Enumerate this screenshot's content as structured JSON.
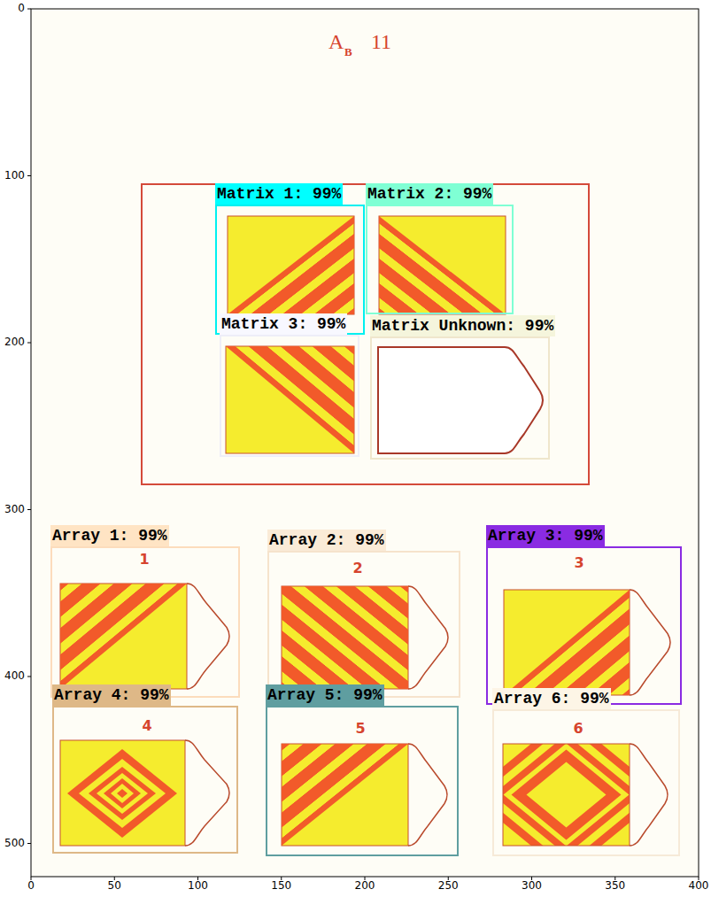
{
  "diagram": {
    "nodes": [
      {
        "text": [
          "Matrix 1: 99%"
        ]
      },
      {
        "text": [
          "Matrix 2: 99%"
        ]
      },
      {
        "text": [
          "Matrix 3: 99%"
        ]
      },
      {
        "text": [
          "Matrix Unknown: 99%"
        ]
      },
      {
        "text": [
          "Array 1: 99%"
        ]
      },
      {
        "text": [
          "Array 2: 99%"
        ]
      },
      {
        "text": [
          "Array 3: 99%"
        ]
      },
      {
        "text": [
          "Array 4: 99%"
        ]
      },
      {
        "text": [
          "Array 5: 99%"
        ]
      },
      {
        "text": [
          "Array 6: 99%"
        ]
      }
    ],
    "labels": [
      "A",
      "B",
      "11",
      "1",
      "2",
      "3",
      "4",
      "5",
      "6",
      "0",
      "50",
      "100",
      "150",
      "200",
      "250",
      "300",
      "350",
      "400",
      "0",
      "100",
      "200",
      "300",
      "400",
      "500"
    ]
  }
}
